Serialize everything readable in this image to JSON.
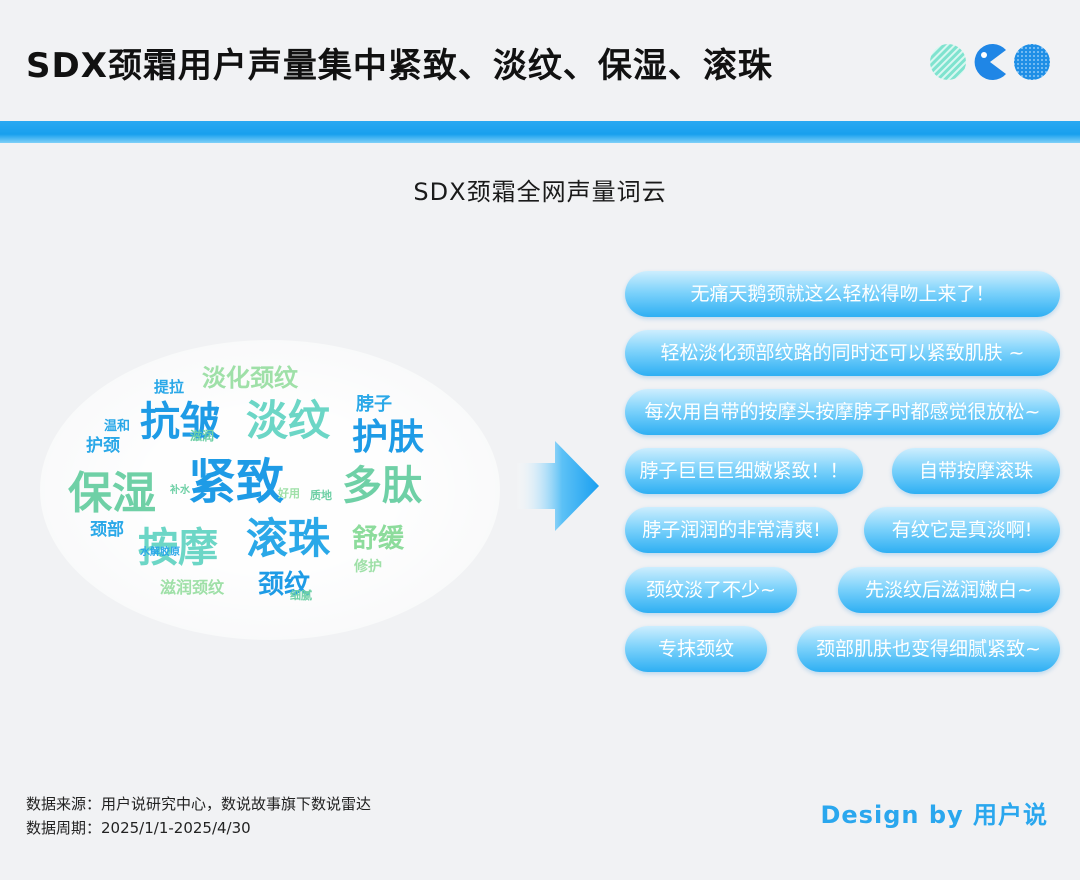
{
  "header": {
    "title": "SDX颈霜用户声量集中紧致、淡纹、保湿、滚珠",
    "logo_name": "brand-dots-logo"
  },
  "section": {
    "subtitle": "SDX颈霜全网声量词云"
  },
  "word_cloud": {
    "words": [
      {
        "text": "抗皱",
        "color": "#1e9be6",
        "size": 40
      },
      {
        "text": "淡纹",
        "color": "#6cd6c6",
        "size": 42
      },
      {
        "text": "护肤",
        "color": "#1e9be6",
        "size": 36
      },
      {
        "text": "保湿",
        "color": "#6fd0a6",
        "size": 44
      },
      {
        "text": "紧致",
        "color": "#1e9be6",
        "size": 48
      },
      {
        "text": "多肽",
        "color": "#6fd0a6",
        "size": 40
      },
      {
        "text": "按摩",
        "color": "#6cd6c6",
        "size": 40
      },
      {
        "text": "滚珠",
        "color": "#2aa8e8",
        "size": 42
      },
      {
        "text": "颈纹",
        "color": "#1e9be6",
        "size": 26
      },
      {
        "text": "舒缓",
        "color": "#8ddc9c",
        "size": 26
      },
      {
        "text": "淡化颈纹",
        "color": "#9fe0a8",
        "size": 24
      },
      {
        "text": "脖子",
        "color": "#2aa8e8",
        "size": 18
      },
      {
        "text": "护颈",
        "color": "#2aa8e8",
        "size": 17
      },
      {
        "text": "颈部",
        "color": "#2aa8e8",
        "size": 17
      },
      {
        "text": "提拉",
        "color": "#2aa8e8",
        "size": 15
      },
      {
        "text": "温和",
        "color": "#2aa8e8",
        "size": 13
      },
      {
        "text": "滋润",
        "color": "#6fd0a6",
        "size": 12
      },
      {
        "text": "补水",
        "color": "#6fd0a6",
        "size": 10
      },
      {
        "text": "水解胶原",
        "color": "#2aa8e8",
        "size": 10
      },
      {
        "text": "滋润颈纹",
        "color": "#9fe0a8",
        "size": 16
      },
      {
        "text": "修护",
        "color": "#9fe0a8",
        "size": 14
      },
      {
        "text": "质地",
        "color": "#6fd0a6",
        "size": 11
      },
      {
        "text": "好用",
        "color": "#9fe0a8",
        "size": 11
      },
      {
        "text": "细腻",
        "color": "#6fd0a6",
        "size": 11
      }
    ]
  },
  "comments": [
    "无痛天鹅颈就这么轻松得吻上来了！",
    "轻松淡化颈部纹路的同时还可以紧致肌肤 ~",
    "每次用自带的按摩头按摩脖子时都感觉很放松~",
    "脖子巨巨巨细嫩紧致！！",
    "自带按摩滚珠",
    "脖子润润的非常清爽!",
    "有纹它是真淡啊!",
    "颈纹淡了不少~",
    "先淡纹后滋润嫩白~",
    "专抹颈纹",
    "颈部肌肤也变得细腻紧致~"
  ],
  "footer": {
    "source": "数据来源：用户说研究中心，数说故事旗下数说雷达",
    "period": "数据周期：2025/1/1-2025/4/30",
    "credit": "Design by 用户说"
  },
  "colors": {
    "accent": "#18a0ee",
    "pill_bottom": "#2eaff3",
    "pill_top": "#cdeefe",
    "credit": "#2aa7ee"
  }
}
